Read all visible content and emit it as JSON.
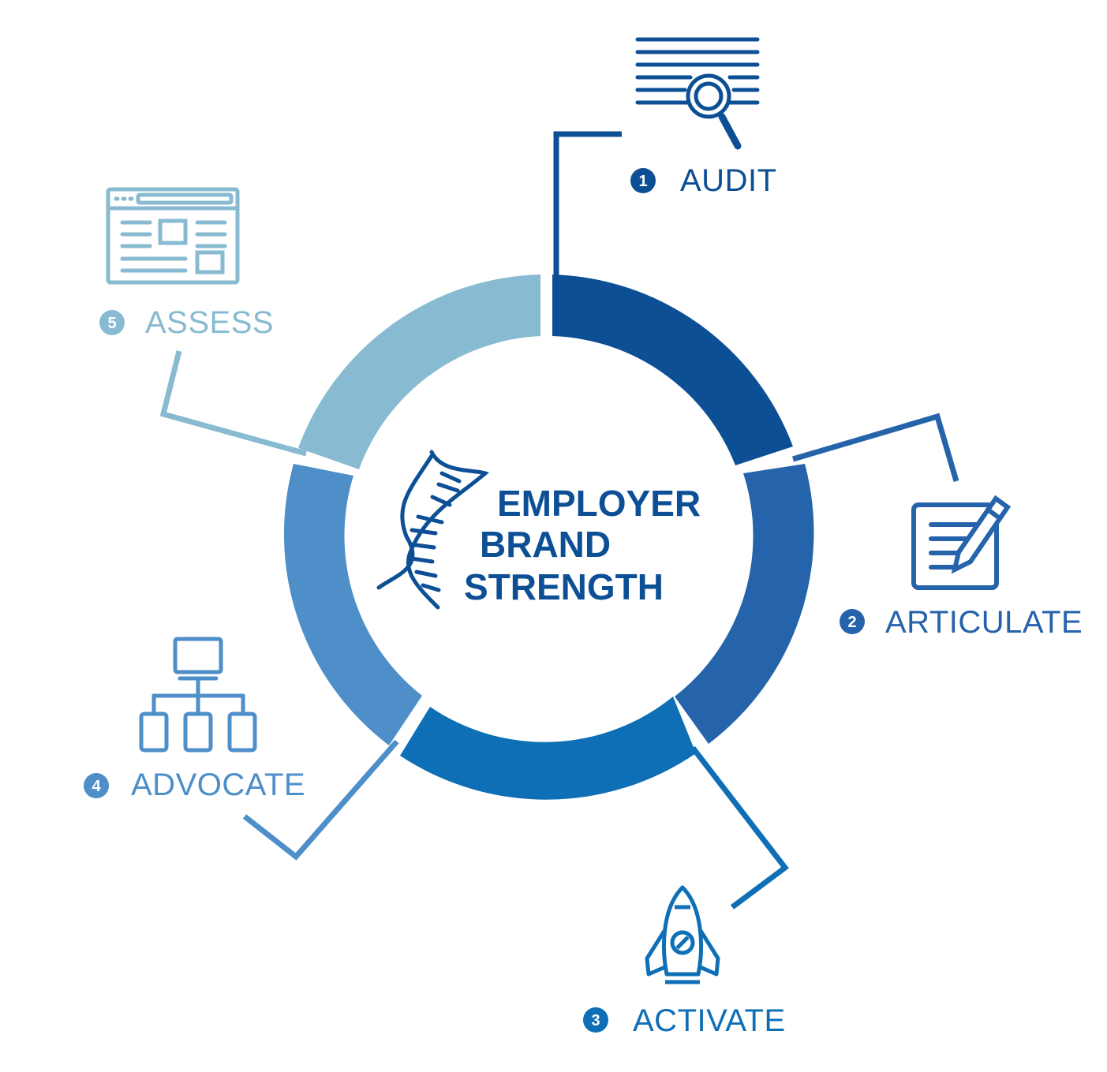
{
  "center": {
    "lines": [
      "EMPLOYER",
      "BRAND",
      "STRENGTH"
    ],
    "icon": "dna-icon"
  },
  "steps": [
    {
      "number": "1",
      "label": "AUDIT",
      "icon": "document-search-icon",
      "color": "#0d4f95"
    },
    {
      "number": "2",
      "label": "ARTICULATE",
      "icon": "notepad-pencil-icon",
      "color": "#2563ab"
    },
    {
      "number": "3",
      "label": "ACTIVATE",
      "icon": "rocket-icon",
      "color": "#0e6fb6"
    },
    {
      "number": "4",
      "label": "ADVOCATE",
      "icon": "network-devices-icon",
      "color": "#4e8ec9"
    },
    {
      "number": "5",
      "label": "ASSESS",
      "icon": "browser-window-icon",
      "color": "#88bbd1"
    }
  ],
  "colors": {
    "center_text": "#0d4f95",
    "background": "#ffffff"
  }
}
